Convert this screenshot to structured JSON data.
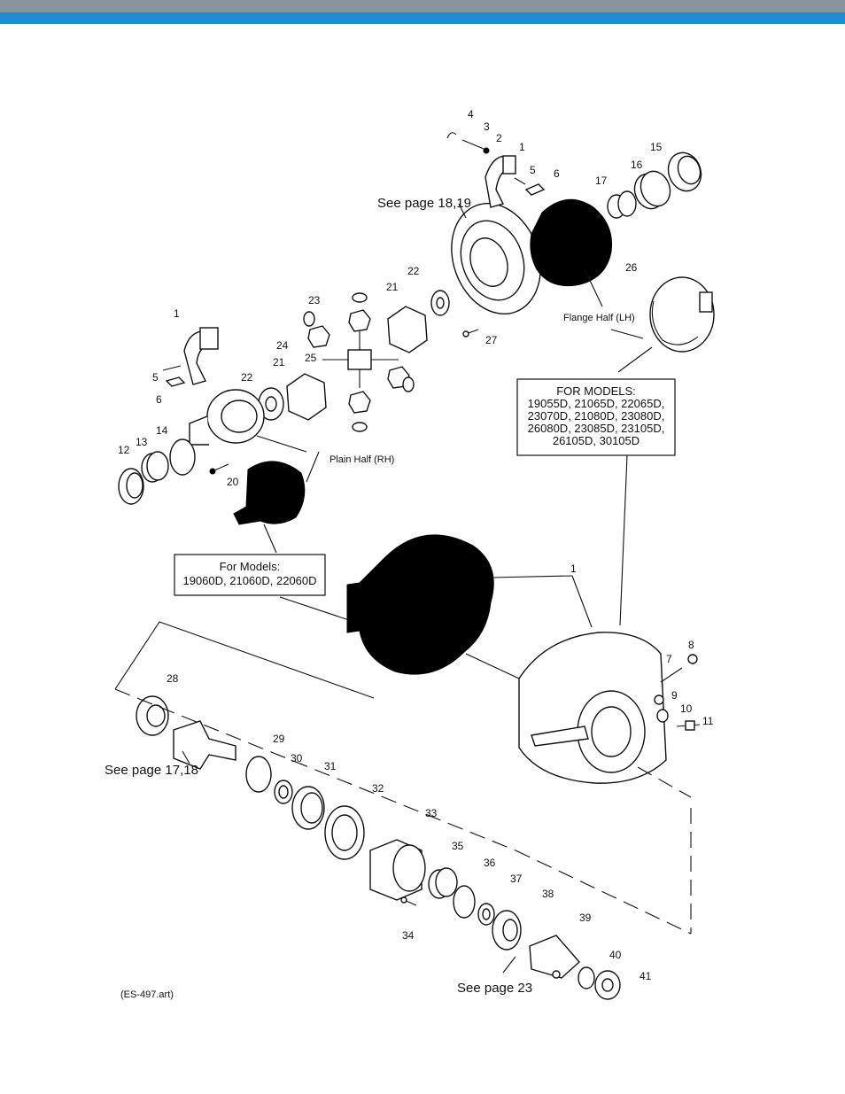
{
  "header": {
    "accent_gray": "#8a939b",
    "accent_blue": "#1a8fd4"
  },
  "diagram": {
    "part_numbers": [
      "1",
      "2",
      "3",
      "4",
      "5",
      "6",
      "15",
      "16",
      "17",
      "26",
      "22",
      "21",
      "27",
      "23",
      "24",
      "25",
      "1",
      "5",
      "6",
      "22",
      "21",
      "12",
      "13",
      "14",
      "20",
      "1",
      "8",
      "7",
      "9",
      "10",
      "11",
      "28",
      "29",
      "30",
      "31",
      "32",
      "33",
      "35",
      "36",
      "37",
      "38",
      "34",
      "39",
      "40",
      "41"
    ],
    "see_page_18_19": "See page 18,19",
    "see_page_17_18": "See page 17,18",
    "see_page_23": "See page 23",
    "flange_half": "Flange Half (LH)",
    "plain_half": "Plain Half (RH)",
    "box_lh": [
      "FOR MODELS:",
      "19055D, 21065D, 22065D,",
      "23070D, 21080D, 23080D,",
      "26080D, 23085D, 23105D,",
      "26105D, 30105D"
    ],
    "box_rh": [
      "For Models:",
      "19060D, 21060D, 22060D"
    ],
    "art_ref": "(ES-497.art)"
  }
}
